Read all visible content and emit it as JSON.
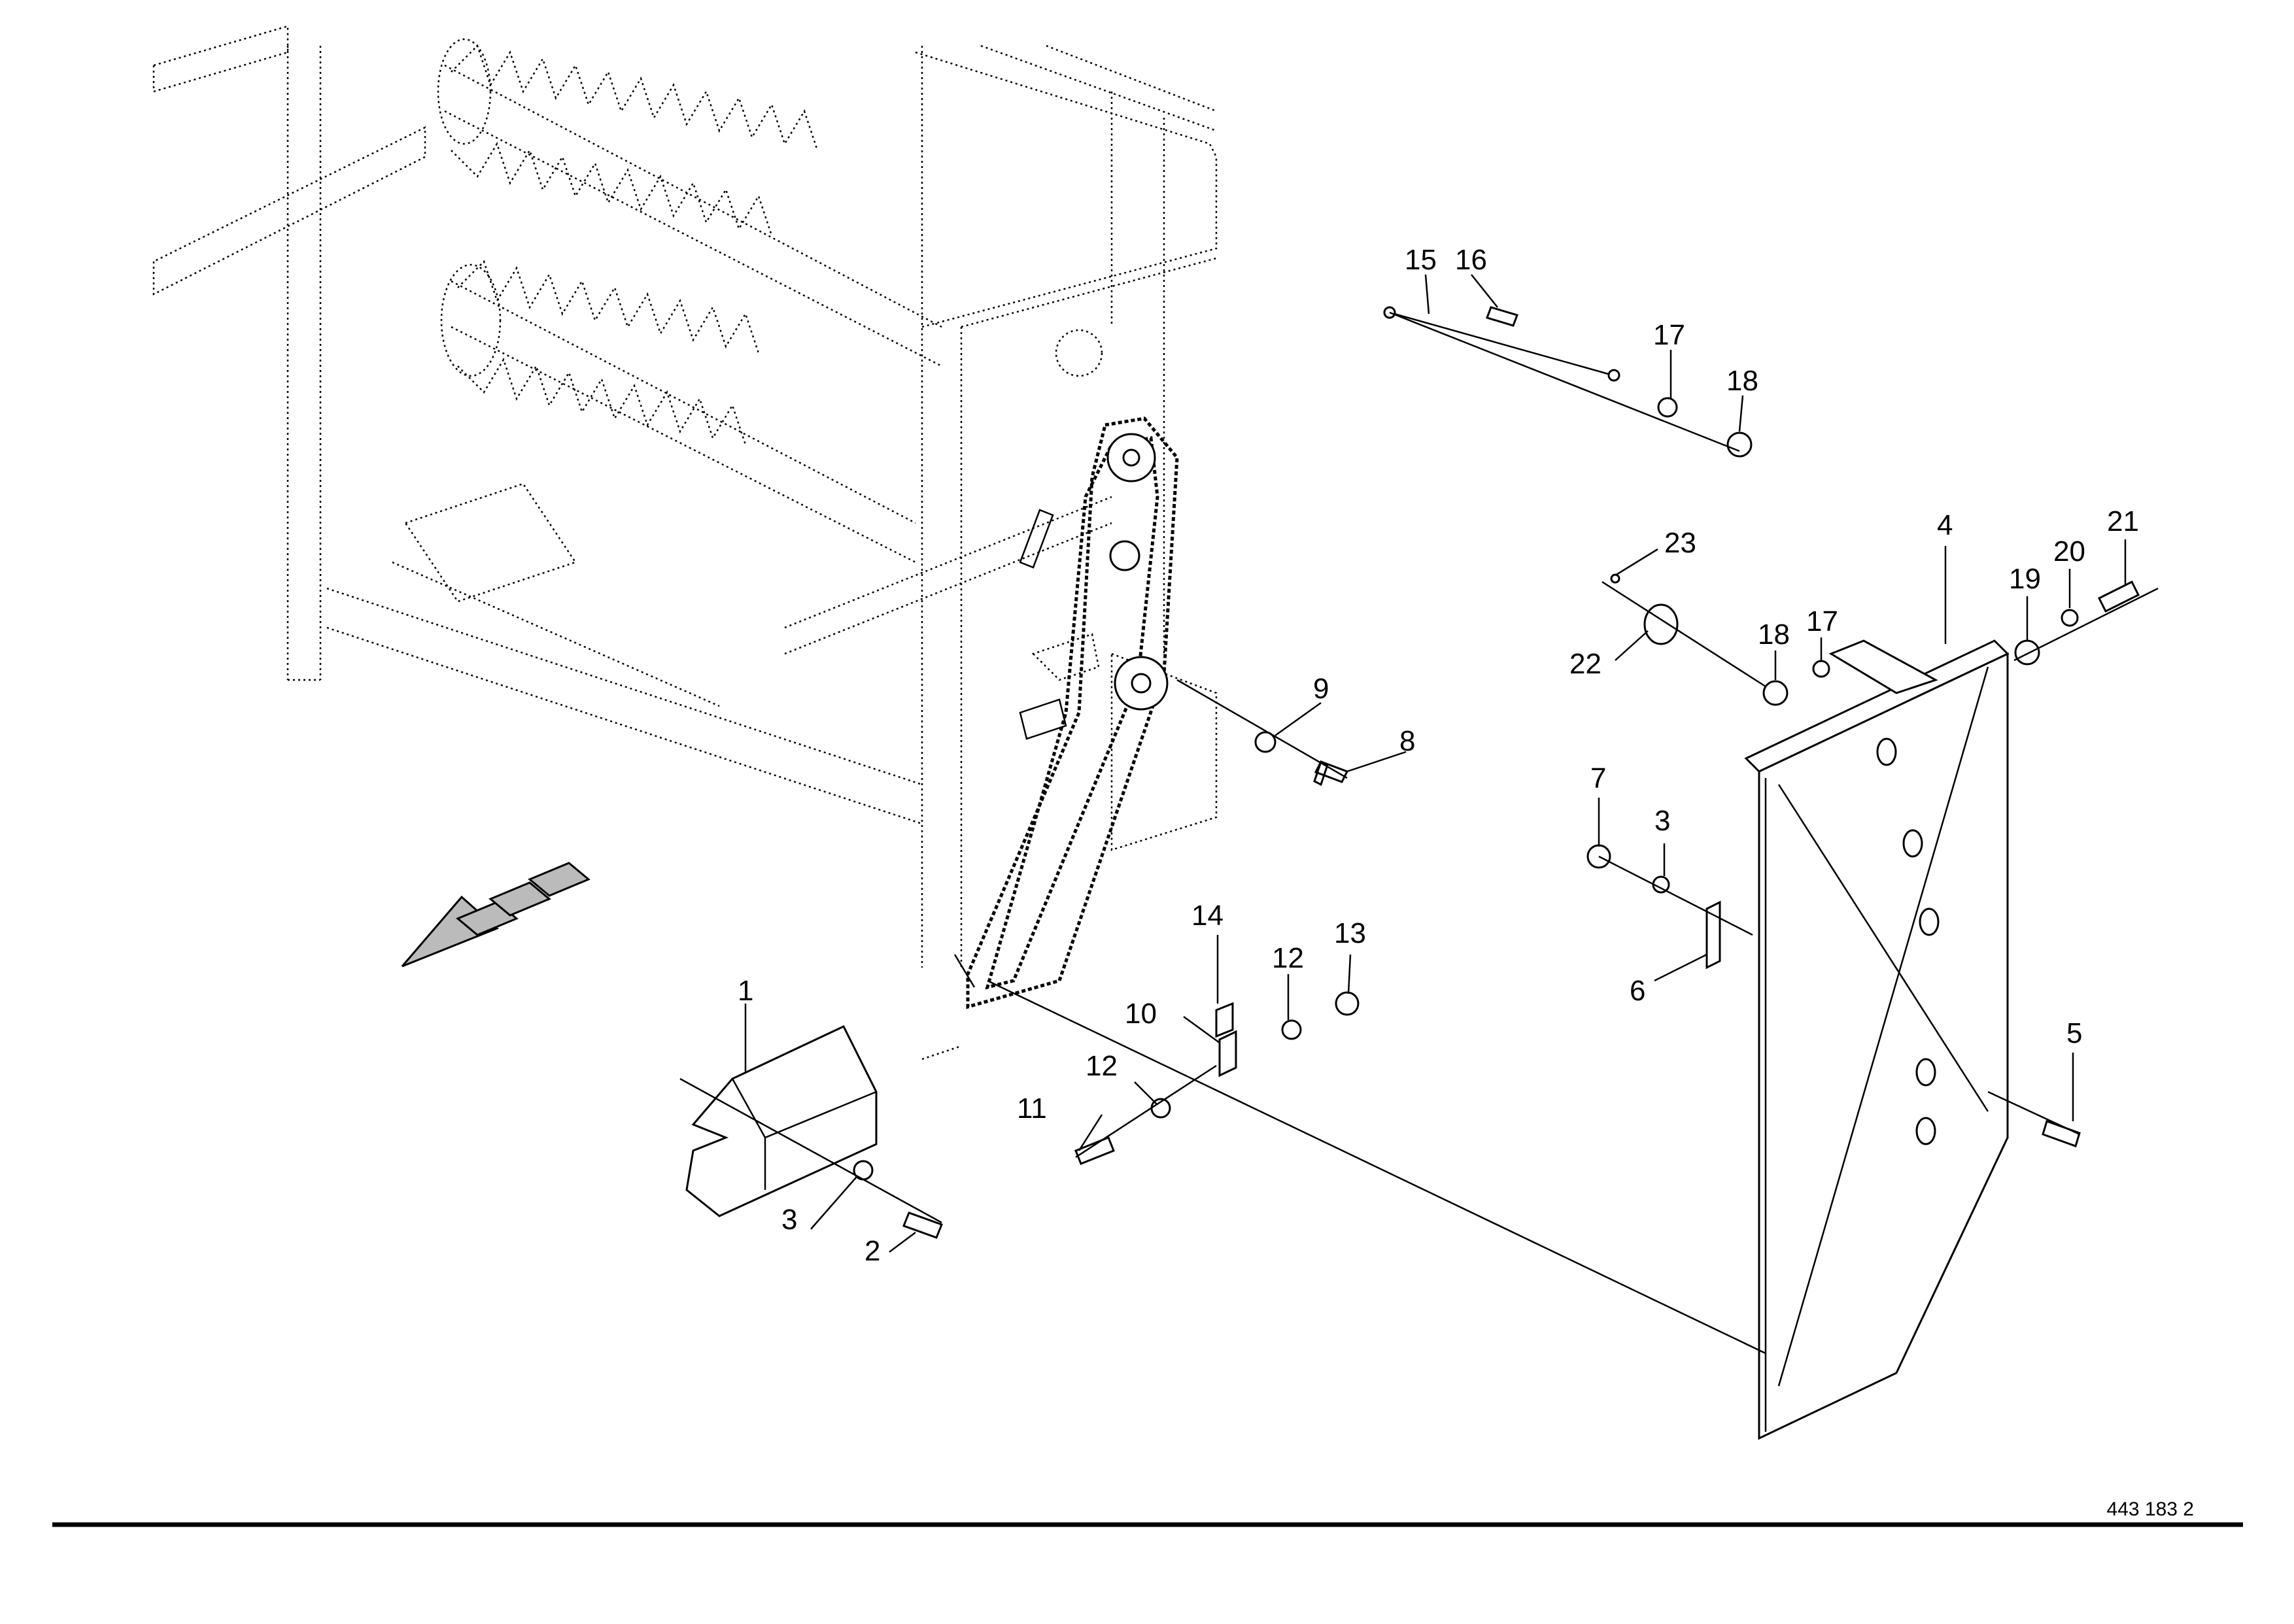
{
  "drawing_number": "443 183 2",
  "callouts": [
    {
      "n": "1"
    },
    {
      "n": "2"
    },
    {
      "n": "3"
    },
    {
      "n": "3"
    },
    {
      "n": "4"
    },
    {
      "n": "5"
    },
    {
      "n": "6"
    },
    {
      "n": "7"
    },
    {
      "n": "8"
    },
    {
      "n": "9"
    },
    {
      "n": "10"
    },
    {
      "n": "11"
    },
    {
      "n": "12"
    },
    {
      "n": "12"
    },
    {
      "n": "13"
    },
    {
      "n": "14"
    },
    {
      "n": "15"
    },
    {
      "n": "16"
    },
    {
      "n": "17"
    },
    {
      "n": "17"
    },
    {
      "n": "18"
    },
    {
      "n": "18"
    },
    {
      "n": "19"
    },
    {
      "n": "20"
    },
    {
      "n": "21"
    },
    {
      "n": "22"
    },
    {
      "n": "23"
    }
  ]
}
